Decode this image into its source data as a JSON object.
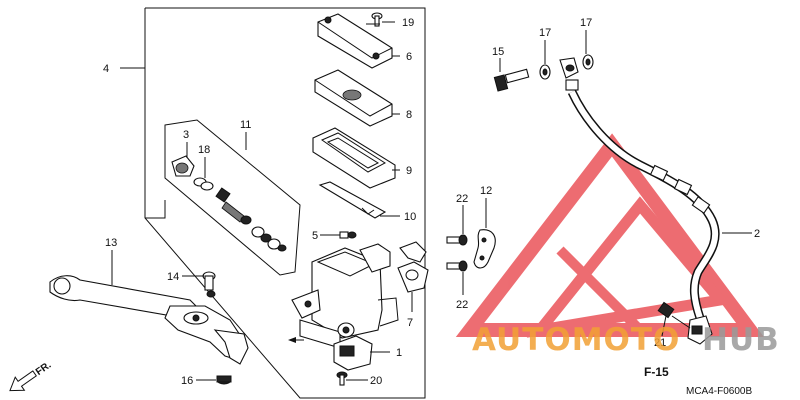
{
  "callouts": {
    "c1": "1",
    "c2": "2",
    "c3": "3",
    "c4": "4",
    "c5": "5",
    "c6": "6",
    "c8": "8",
    "c9": "9",
    "c10": "10",
    "c11": "11",
    "c12": "12",
    "c13": "13",
    "c14": "14",
    "c15": "15",
    "c16": "16",
    "c17a": "17",
    "c17b": "17",
    "c18": "18",
    "c19": "19",
    "c20": "20",
    "c21": "21",
    "c22a": "22",
    "c22b": "22",
    "c7": "7"
  },
  "front_arrow": "FR.",
  "section_ref": "F-15",
  "drawing_code": "MCA4-F0600B",
  "watermark": {
    "brand_part1": "AUTOMOTO",
    "brand_part2": "HUB",
    "color_orange": "#f2a035",
    "color_grey": "#9a9a9a",
    "color_red": "#e8444a"
  }
}
